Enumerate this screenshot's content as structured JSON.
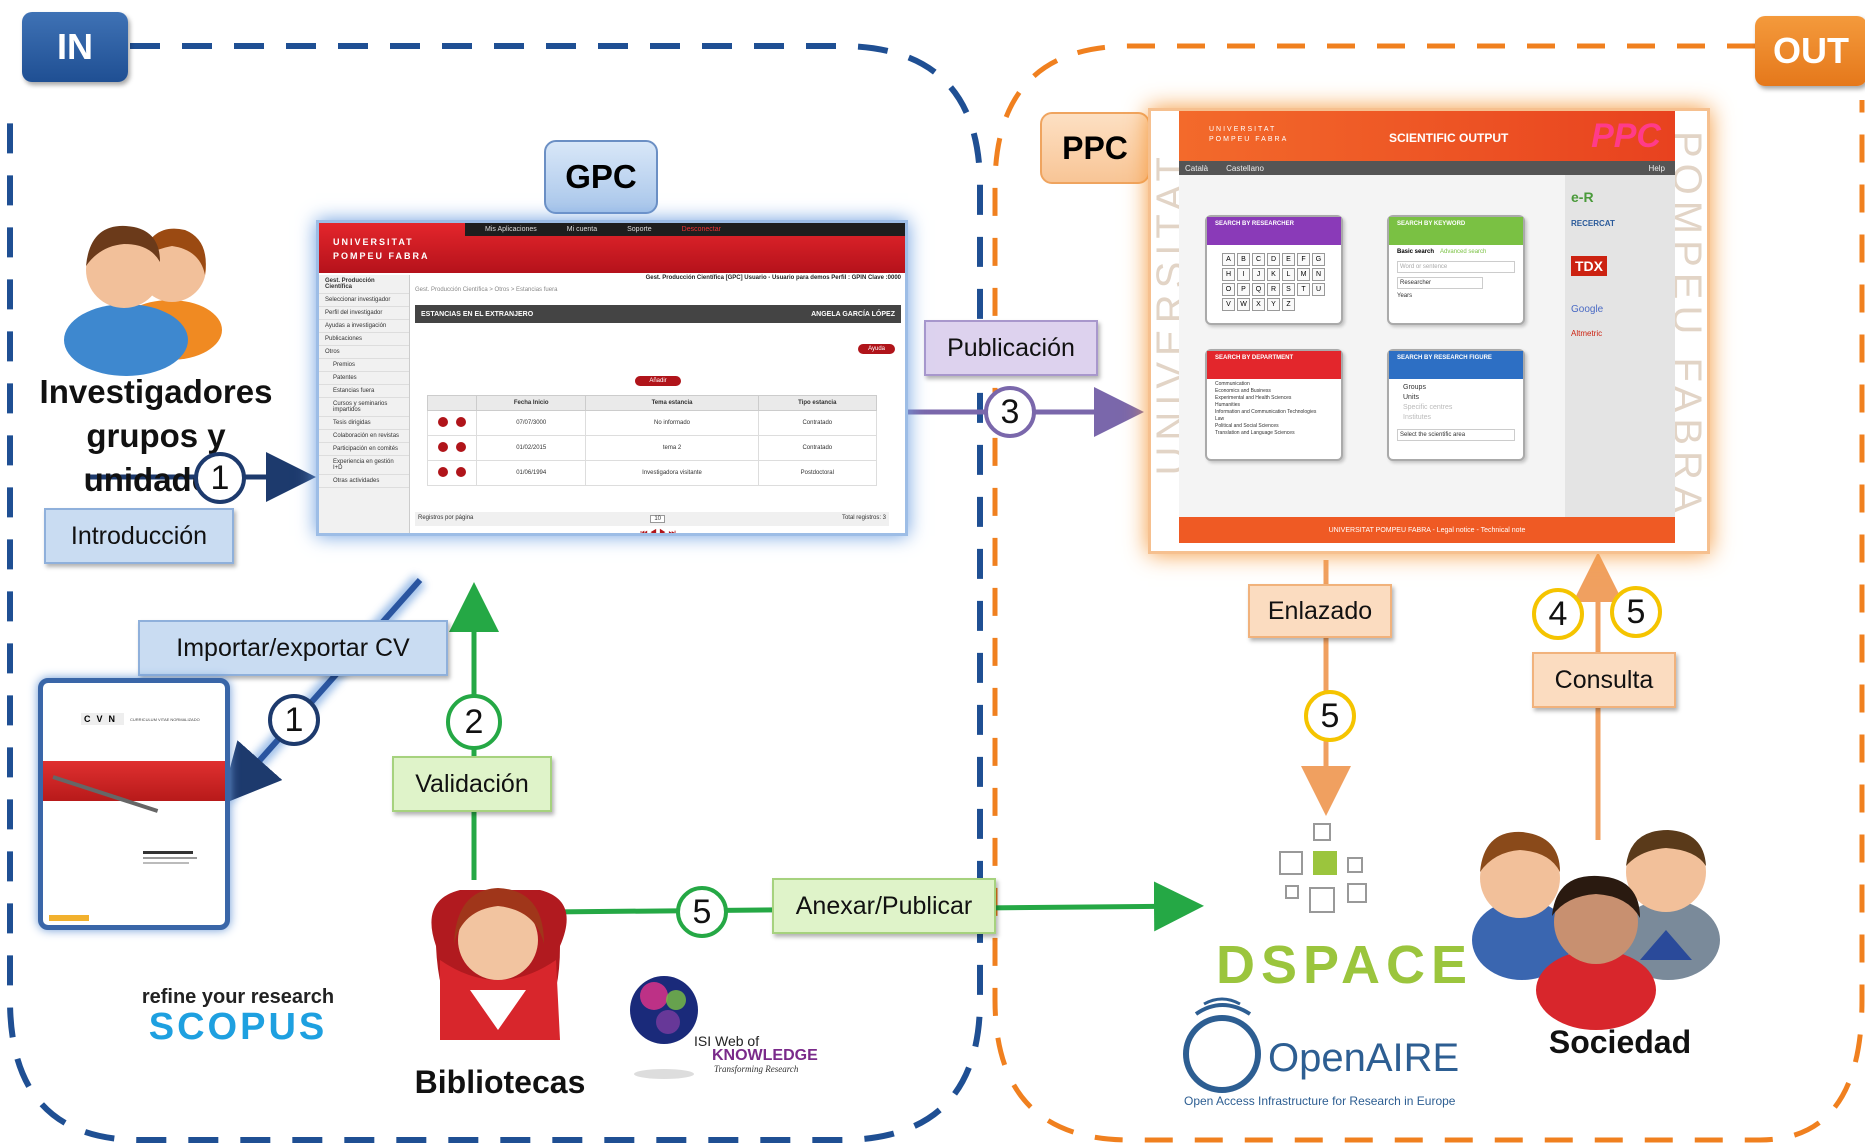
{
  "tags": {
    "in": "IN",
    "out": "OUT",
    "gpc": "GPC",
    "ppc": "PPC"
  },
  "actors": {
    "investigadores_line1": "Investigadores",
    "investigadores_line2": "grupos y unidades",
    "bibliotecas": "Bibliotecas",
    "sociedad": "Sociedad"
  },
  "labels": {
    "introduccion": "Introducción",
    "importar": "Importar/exportar CV",
    "validacion": "Validación",
    "publicacion": "Publicación",
    "anexar": "Anexar/Publicar",
    "enlazado": "Enlazado",
    "consulta": "Consulta"
  },
  "steps": {
    "s1a": "1",
    "s1b": "1",
    "s2": "2",
    "s3": "3",
    "s5_anexar": "5",
    "s5_enlazado": "5",
    "s4": "4",
    "s5_consulta": "5"
  },
  "logos": {
    "scopus_tagline": "refine your research",
    "scopus": "SCOPUS",
    "isi_line1": "ISI Web of",
    "isi_line2": "KNOWLEDGE",
    "isi_line3": "Transforming Research",
    "dspace": "DSPACE",
    "openaire": "OpenAIRE",
    "openaire_sub": "Open Access Infrastructure for Research in Europe"
  },
  "gpc_screen": {
    "univ": "UNIVERSITAT POMPEU FABRA",
    "topnav": [
      "Mis Aplicaciones",
      "Mi cuenta",
      "Soporte",
      "Desconectar"
    ],
    "header_info": "Gest. Producción Científica [GPC] Usuario - Usuario para demos Perfil : GPIN Clave :0000",
    "breadcrumb": "Gest. Producción Científica > Otros > Estancias fuera",
    "section_title": "ESTANCIAS EN EL EXTRANJERO",
    "person": "ANGELA GARCÍA LÓPEZ",
    "help": "Ayuda",
    "add": "Añadir",
    "side_items": [
      "Gest. Producción Científica",
      "Seleccionar investigador",
      "Perfil del investigador",
      "Ayudas a investigación",
      "Publicaciones",
      "Otros",
      "Premios",
      "Patentes",
      "Estancias fuera",
      "Cursos y seminarios impartidos",
      "Tesis dirigidas",
      "Colaboración en revistas",
      "Participación en comités",
      "Experiencia en gestión I+D",
      "Otras actividades"
    ],
    "columns": [
      "Fecha Inicio",
      "Tema estancia",
      "Tipo estancia"
    ],
    "rows": [
      [
        "07/07/3000",
        "No informado",
        "Contratado"
      ],
      [
        "01/02/2015",
        "tema 2",
        "Contratado"
      ],
      [
        "01/06/1994",
        "Investigadora visitante",
        "Postdoctoral"
      ]
    ],
    "per_page_label": "Registros por página",
    "per_page_value": "10",
    "total": "Total registros: 3"
  },
  "ppc_screen": {
    "univ": "UNIVERSITAT POMPEU FABRA",
    "title": "SCIENTIFIC OUTPUT",
    "logo": "PPC",
    "nav": [
      "Català",
      "Castellano"
    ],
    "help": "Help",
    "watermark_left": "UNIVERSITAT",
    "watermark_right": "POMPEU FABRA",
    "card_researcher": "SEARCH BY RESEARCHER",
    "card_keyword": "SEARCH BY KEYWORD",
    "basic_search": "Basic search",
    "advanced_search": "Advanced search",
    "word_placeholder": "Word or sentence",
    "researcher_option": "Researcher",
    "years": "Years",
    "card_department": "SEARCH BY DEPARTMENT",
    "departments": [
      "Communication",
      "Economics and Business",
      "Experimental and Health Sciences",
      "Humanities",
      "Information and Communication Technologies",
      "Law",
      "Political and Social Sciences",
      "Translation and Language Sciences"
    ],
    "card_figure": "SEARCH BY RESEARCH FIGURE",
    "figures": [
      "Groups",
      "Units",
      "Specific centres",
      "Institutes"
    ],
    "select_area": "Select the scientific area",
    "letters": [
      "A",
      "B",
      "C",
      "D",
      "E",
      "F",
      "G",
      "H",
      "I",
      "J",
      "K",
      "L",
      "M",
      "N",
      "O",
      "P",
      "Q",
      "R",
      "S",
      "T",
      "U",
      "V",
      "W",
      "X",
      "Y",
      "Z"
    ],
    "sidebar": [
      "e-R",
      "RECERCAT",
      "TDX",
      "Google",
      "Altmetric"
    ],
    "footer": "UNIVERSITAT POMPEU FABRA - Legal notice - Technical note"
  },
  "cv_doc": {
    "logo": "CVN",
    "title": "CURRICULUM VITAE NORMALIZADO"
  },
  "colors": {
    "in_border": "#1f4f93",
    "out_border": "#f0801f",
    "arrow_navy": "#1d3a6d",
    "arrow_purple": "#7a67ab",
    "arrow_green": "#25a845",
    "arrow_orange": "#f0801f"
  }
}
